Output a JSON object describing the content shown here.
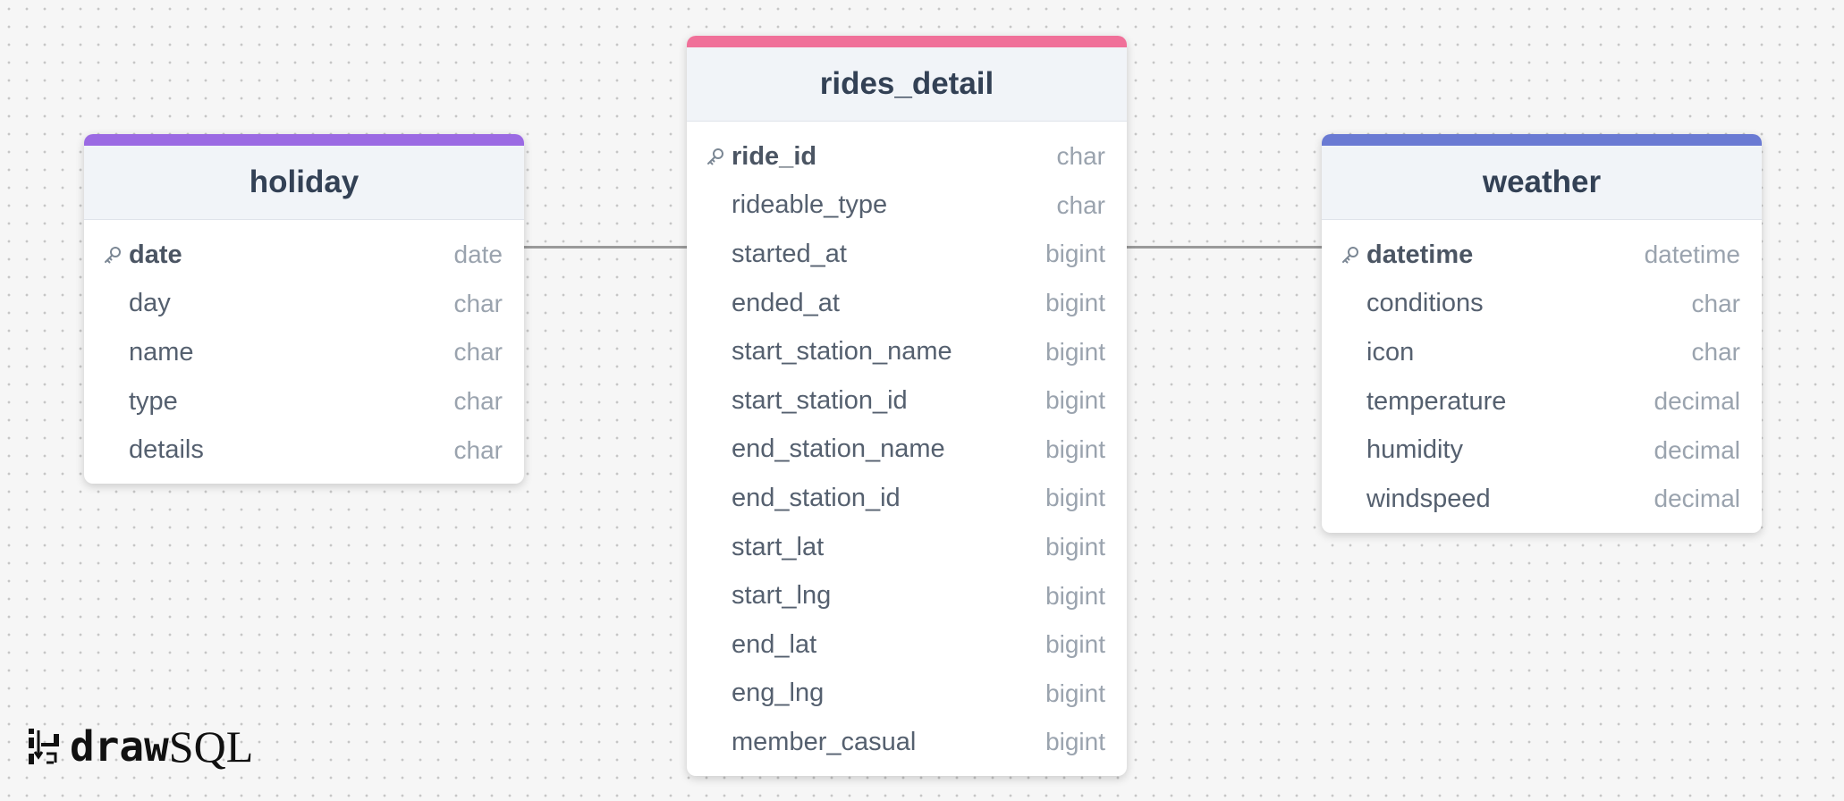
{
  "diagram": {
    "tables": [
      {
        "id": "holiday",
        "title": "holiday",
        "accent_color": "#9b6ae3",
        "columns": [
          {
            "name": "date",
            "type": "date",
            "primary_key": true
          },
          {
            "name": "day",
            "type": "char",
            "primary_key": false
          },
          {
            "name": "name",
            "type": "char",
            "primary_key": false
          },
          {
            "name": "type",
            "type": "char",
            "primary_key": false
          },
          {
            "name": "details",
            "type": "char",
            "primary_key": false
          }
        ]
      },
      {
        "id": "rides_detail",
        "title": "rides_detail",
        "accent_color": "#f07099",
        "columns": [
          {
            "name": "ride_id",
            "type": "char",
            "primary_key": true
          },
          {
            "name": "rideable_type",
            "type": "char",
            "primary_key": false
          },
          {
            "name": "started_at",
            "type": "bigint",
            "primary_key": false
          },
          {
            "name": "ended_at",
            "type": "bigint",
            "primary_key": false
          },
          {
            "name": "start_station_name",
            "type": "bigint",
            "primary_key": false
          },
          {
            "name": "start_station_id",
            "type": "bigint",
            "primary_key": false
          },
          {
            "name": "end_station_name",
            "type": "bigint",
            "primary_key": false
          },
          {
            "name": "end_station_id",
            "type": "bigint",
            "primary_key": false
          },
          {
            "name": "start_lat",
            "type": "bigint",
            "primary_key": false
          },
          {
            "name": "start_lng",
            "type": "bigint",
            "primary_key": false
          },
          {
            "name": "end_lat",
            "type": "bigint",
            "primary_key": false
          },
          {
            "name": "eng_lng",
            "type": "bigint",
            "primary_key": false
          },
          {
            "name": "member_casual",
            "type": "bigint",
            "primary_key": false
          }
        ]
      },
      {
        "id": "weather",
        "title": "weather",
        "accent_color": "#6a7ad3",
        "columns": [
          {
            "name": "datetime",
            "type": "datetime",
            "primary_key": true
          },
          {
            "name": "conditions",
            "type": "char",
            "primary_key": false
          },
          {
            "name": "icon",
            "type": "char",
            "primary_key": false
          },
          {
            "name": "temperature",
            "type": "decimal",
            "primary_key": false
          },
          {
            "name": "humidity",
            "type": "decimal",
            "primary_key": false
          },
          {
            "name": "windspeed",
            "type": "decimal",
            "primary_key": false
          }
        ]
      }
    ],
    "relations": [
      {
        "from": "holiday",
        "to": "rides_detail"
      },
      {
        "from": "rides_detail",
        "to": "weather"
      }
    ]
  },
  "brand": {
    "logo_part1": "draw",
    "logo_part2": "SQL",
    "logo_icon": "drawsql-logo-icon"
  },
  "colors": {
    "connector": "#9a9a9a",
    "header_bg": "#f1f4f8",
    "title_text": "#334155"
  }
}
